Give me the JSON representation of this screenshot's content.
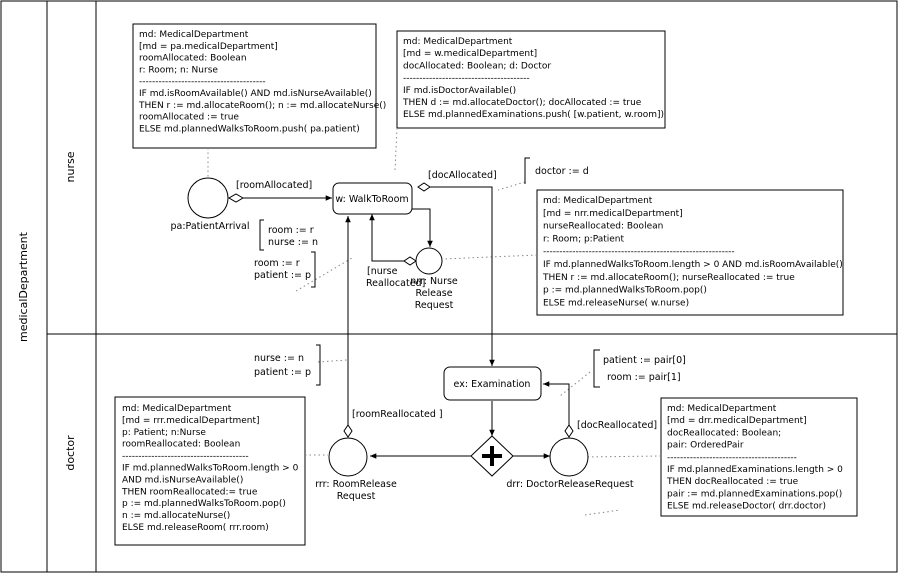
{
  "pool": {
    "label": "medicalDepartment"
  },
  "lanes": {
    "nurse": "nurse",
    "doctor": "doctor"
  },
  "tasks": {
    "walk": "w: WalkToRoom",
    "exam": "ex: Examination"
  },
  "events": {
    "patient_arrival": "pa:PatientArrival",
    "nurse_release": [
      "nrr: Nurse",
      "Release",
      "Request"
    ],
    "room_release": [
      "rrr: RoomRelease",
      "Request"
    ],
    "doctor_release": "drr: DoctorReleaseRequest"
  },
  "conditions": {
    "room_allocated": "[roomAllocated]",
    "doc_allocated": "[docAllocated]",
    "nurse_reallocated": [
      "[nurse",
      "Reallocated]"
    ],
    "room_reallocated": "[roomReallocated ]",
    "doc_reallocated": "[docReallocated]"
  },
  "assignments": {
    "room_nurse": [
      "room := r",
      "nurse := n"
    ],
    "room_patient": [
      "room := r",
      "patient := p"
    ],
    "doctor": "doctor := d",
    "nurse_patient": [
      "nurse := n",
      "patient := p"
    ],
    "patient_pair": [
      "patient := pair[0]",
      "room := pair[1]"
    ]
  },
  "notes": {
    "pa": [
      "md: MedicalDepartment",
      "[md = pa.medicalDepartment]",
      "roomAllocated: Boolean",
      "r: Room; n: Nurse",
      "---------------------------------------",
      "IF md.isRoomAvailable() AND md.isNurseAvailable()",
      "THEN r := md.allocateRoom(); n := md.allocateNurse()",
      "    roomAllocated := true",
      "ELSE md.plannedWalksToRoom.push( pa.patient)"
    ],
    "w": [
      "md: MedicalDepartment",
      "[md = w.medicalDepartment]",
      "docAllocated: Boolean; d: Doctor",
      "---------------------------------------",
      "IF md.isDoctorAvailable()",
      "THEN d := md.allocateDoctor(); docAllocated := true",
      "ELSE md.plannedExaminations.push( [w.patient, w.room])"
    ],
    "nrr": [
      "md: MedicalDepartment",
      "[md = nrr.medicalDepartment]",
      "nurseReallocated: Boolean",
      "r: Room; p:Patient",
      "-----------------------------------------------------------",
      "IF md.plannedWalksToRoom.length > 0 AND md.isRoomAvailable()",
      "THEN r := md.allocateRoom(); nurseReallocated := true",
      "    p := md.plannedWalksToRoom.pop()",
      "ELSE md.releaseNurse( w.nurse)"
    ],
    "rrr": [
      "md: MedicalDepartment",
      "[md = rrr.medicalDepartment]",
      "p: Patient; n:Nurse",
      "roomReallocated: Boolean",
      "---------------------------------------",
      "IF md.plannedWalksToRoom.length > 0",
      "    AND md.isNurseAvailable()",
      "THEN roomReallocated:= true",
      "    p := md.plannedWalksToRoom.pop()",
      "    n := md.allocateNurse()",
      "ELSE md.releaseRoom( rrr.room)"
    ],
    "drr": [
      "md: MedicalDepartment",
      "[md = drr.medicalDepartment]",
      "docReallocated: Boolean;",
      "pair: OrderedPair",
      "----------------------------------------",
      "IF md.plannedExaminations.length > 0",
      "THEN  docReallocated := true",
      "    pair := md.plannedExaminations.pop()",
      "ELSE md.releaseDoctor( drr.doctor)"
    ]
  }
}
